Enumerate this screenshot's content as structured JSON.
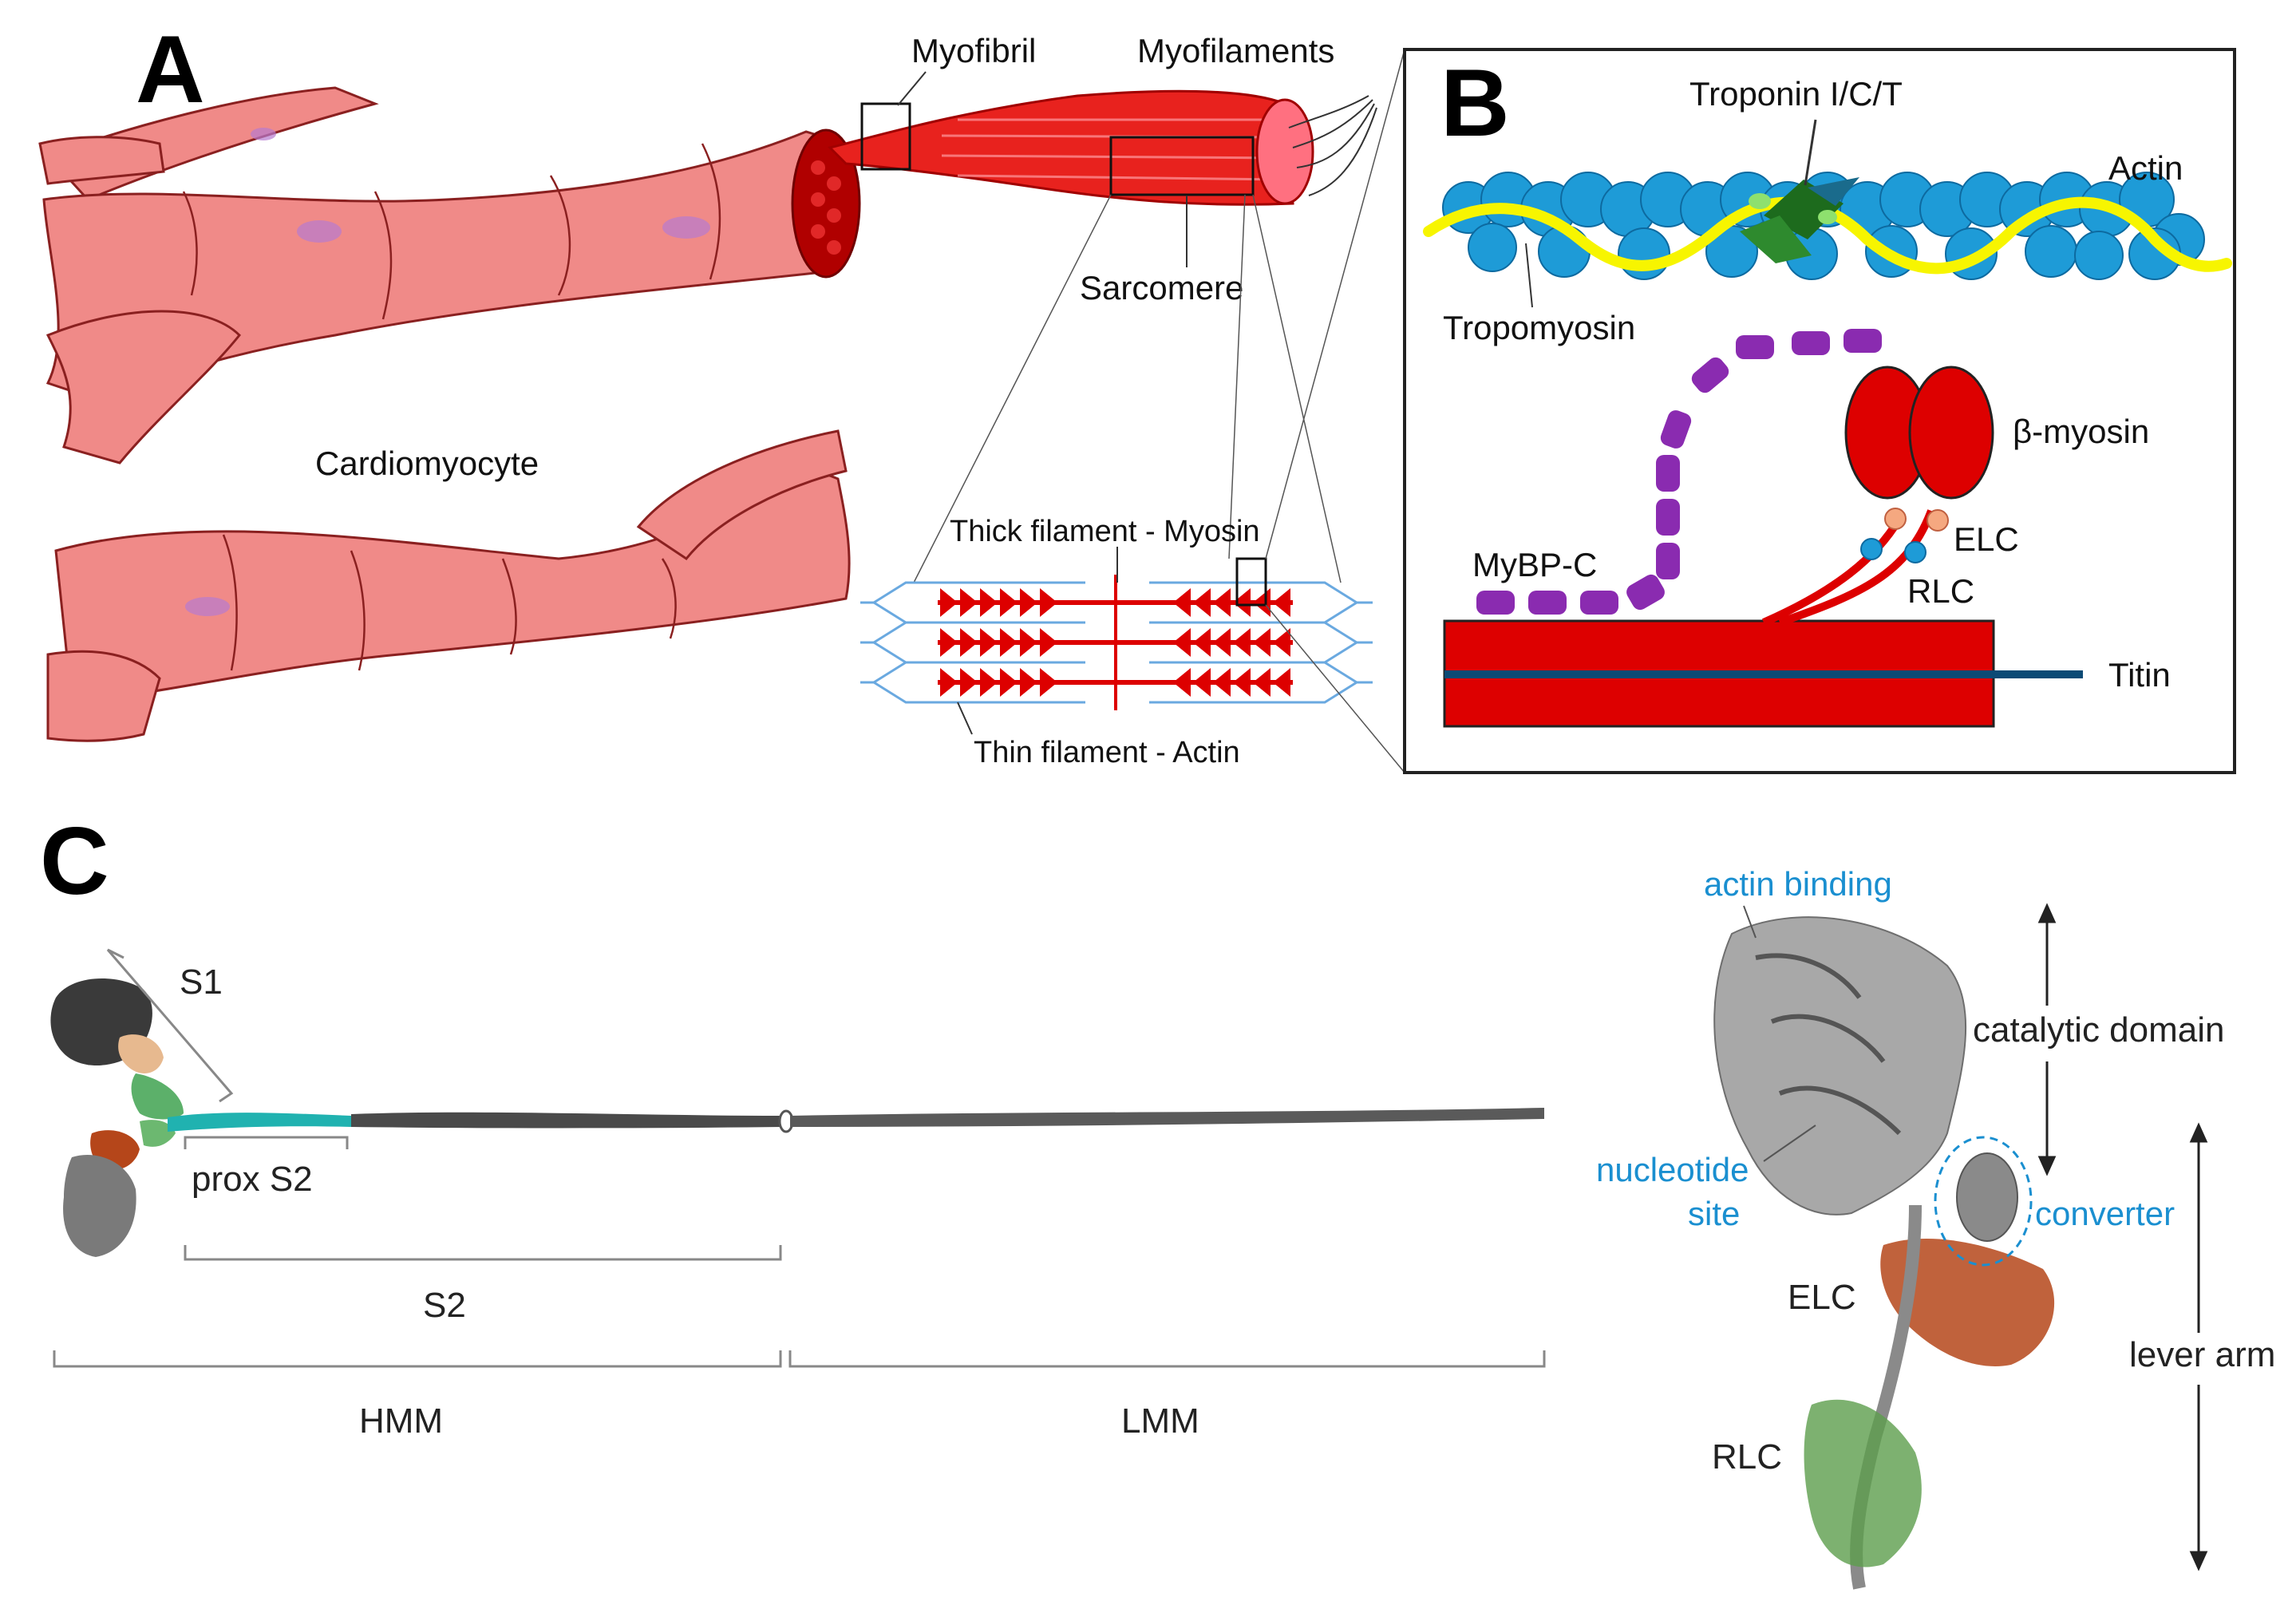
{
  "panel_a": {
    "letter": "A",
    "labels": {
      "myofibril": "Myofibril",
      "myofilaments": "Myofilaments",
      "sarcomere": "Sarcomere",
      "cardiomyocyte": "Cardiomyocyte",
      "thick_filament": "Thick filament - Myosin",
      "thin_filament": "Thin filament - Actin"
    }
  },
  "panel_b": {
    "letter": "B",
    "labels": {
      "troponin": "Troponin I/C/T",
      "actin": "Actin",
      "tropomyosin": "Tropomyosin",
      "beta_myosin": "β-myosin",
      "mybp_c": "MyBP-C",
      "elc": "ELC",
      "rlc": "RLC",
      "titin": "Titin"
    }
  },
  "panel_c": {
    "letter": "C",
    "labels": {
      "s1": "S1",
      "prox_s2": "prox S2",
      "s2": "S2",
      "hmm": "HMM",
      "lmm": "LMM",
      "actin_binding": "actin binding",
      "catalytic_domain": "catalytic domain",
      "nucleotide_site_line1": "nucleotide",
      "nucleotide_site_line2": "site",
      "converter": "converter",
      "elc": "ELC",
      "lever_arm": "lever arm",
      "rlc": "RLC"
    }
  },
  "colors": {
    "muscle_pink": "#f08a88",
    "muscle_red": "#e8221e",
    "actin_blue": "#1e9bd7",
    "tropomyosin_yellow": "#f7f500",
    "troponin_green": "#1d6b1d",
    "mybpc_purple": "#8a2bb0",
    "myosin_red": "#dd0000",
    "titin_navy": "#0b4a75",
    "annotation_blue": "#1a8fd0",
    "elc_brown": "#b5461a",
    "rlc_green": "#5c9e4c",
    "s2_teal": "#20b2b0"
  }
}
